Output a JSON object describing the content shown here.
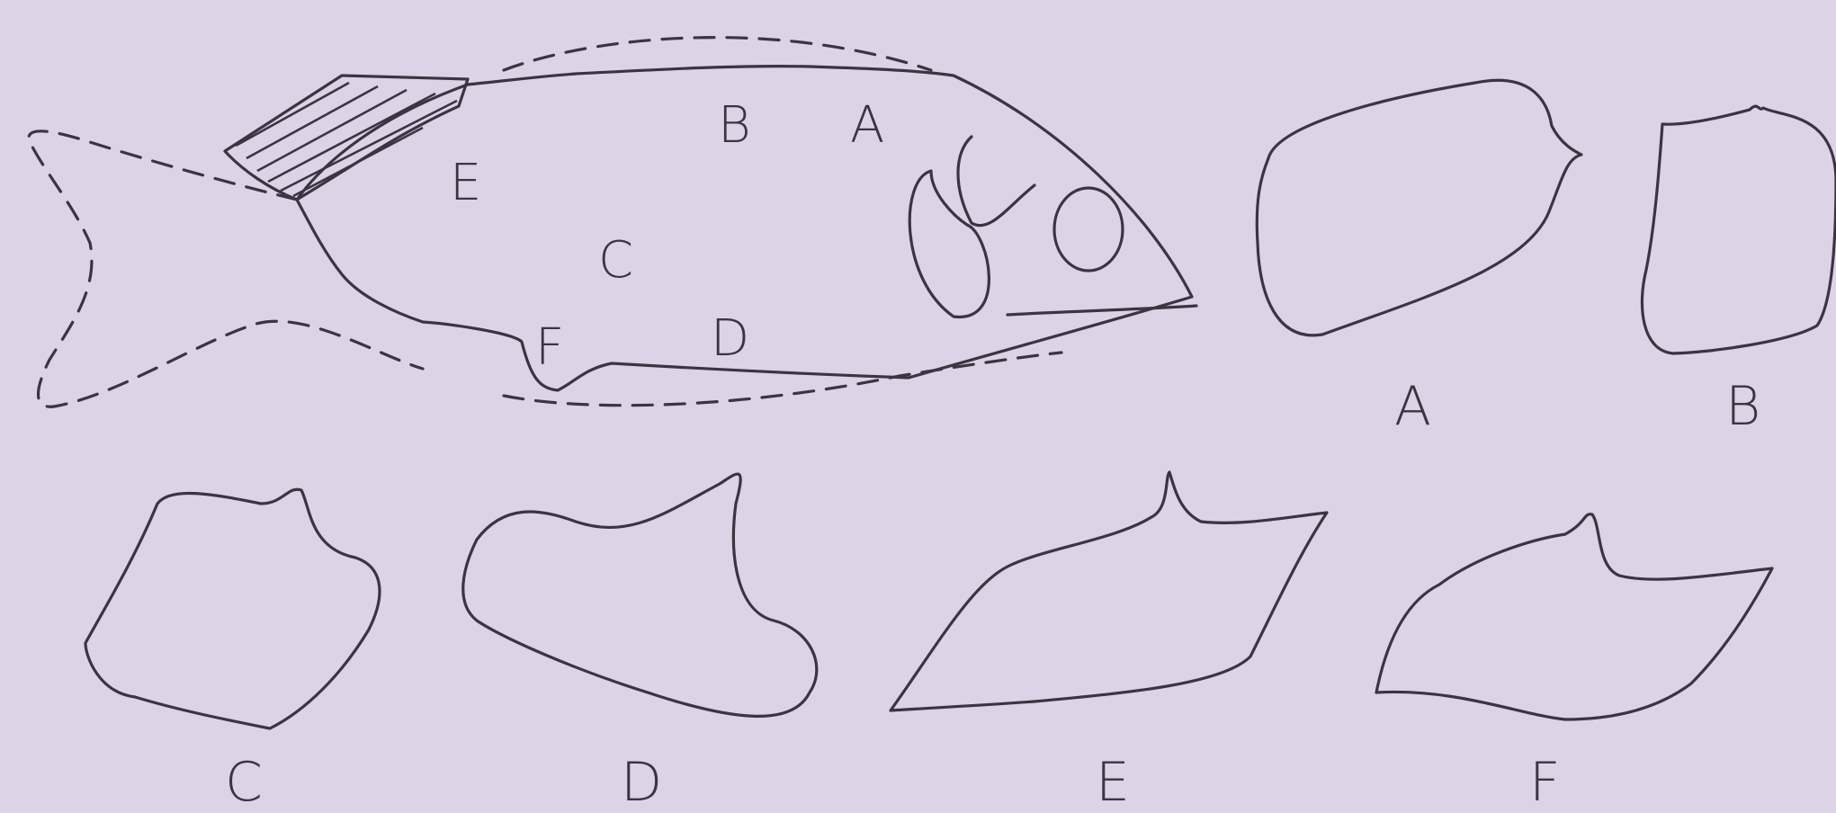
{
  "fish": {
    "body_labels": [
      "B",
      "A",
      "E",
      "C",
      "F",
      "D"
    ]
  },
  "scales": [
    {
      "label": "A"
    },
    {
      "label": "B"
    },
    {
      "label": "C"
    },
    {
      "label": "D"
    },
    {
      "label": "E"
    },
    {
      "label": "F"
    }
  ],
  "colors": {
    "background": "#dcd3e7",
    "ink": "#3a3540"
  }
}
